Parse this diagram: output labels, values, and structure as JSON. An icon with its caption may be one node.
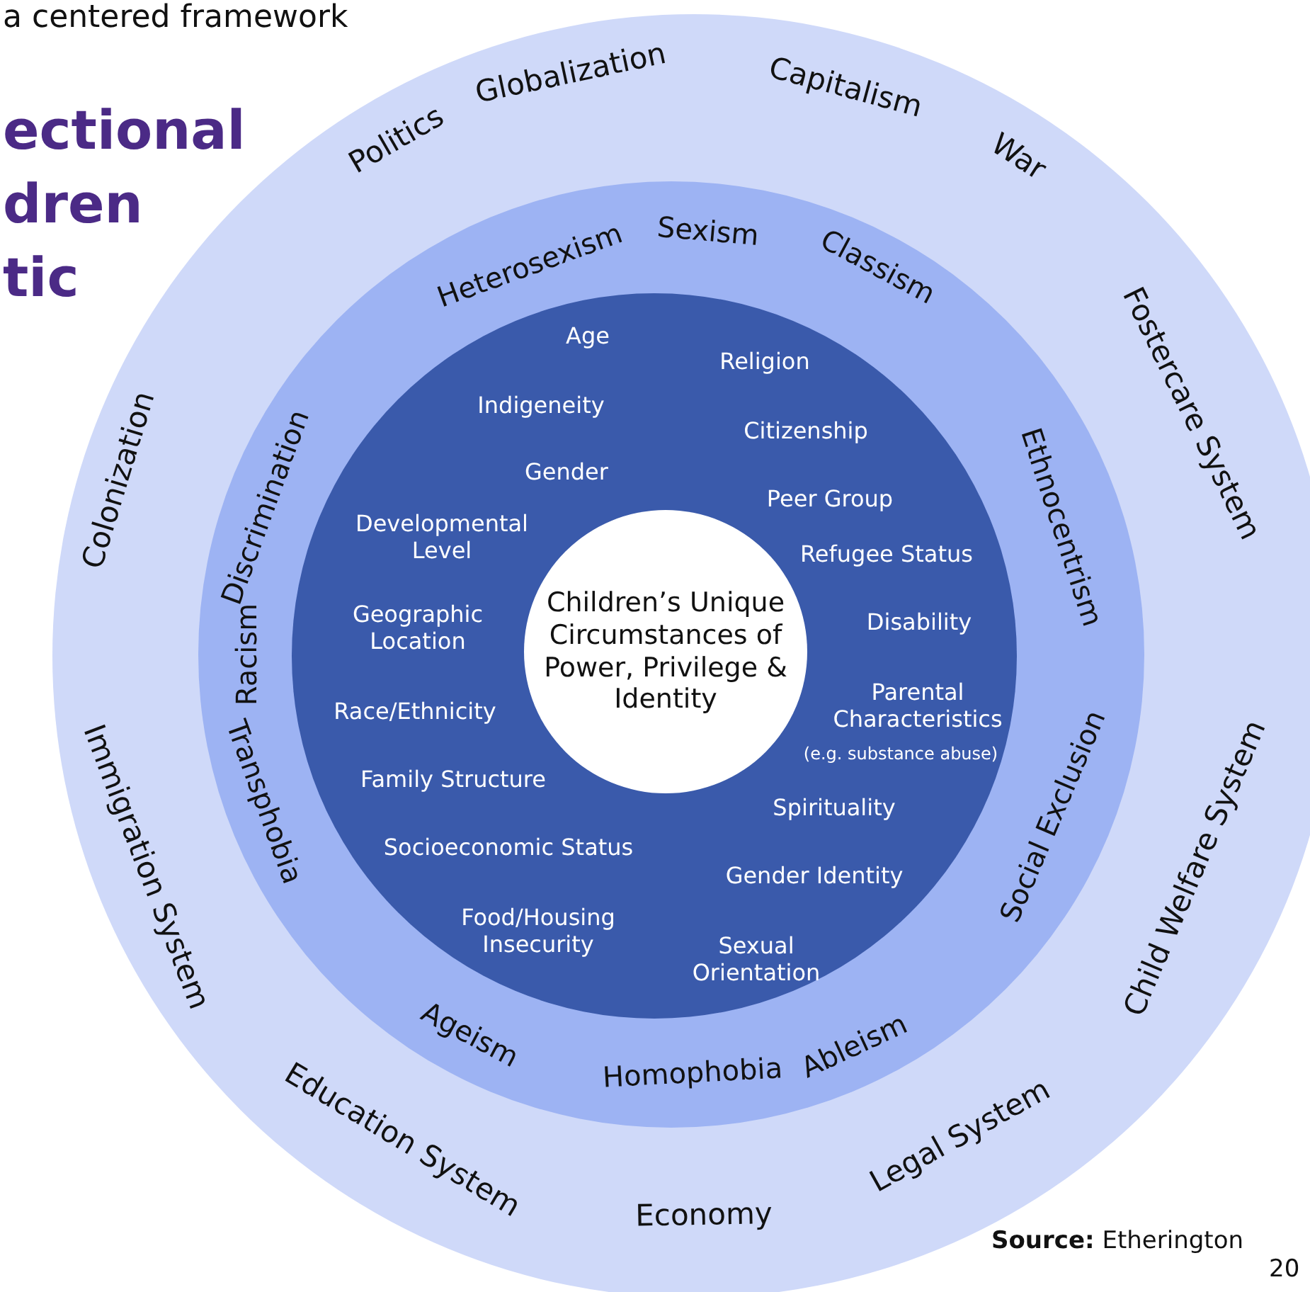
{
  "diagram": {
    "nodes": [
      {
        "text": [
          "Globalization",
          "Capitalism",
          "War",
          "Fostercare System",
          "Child Welfare System",
          "Legal System",
          "Economy",
          "Education System",
          "Immigration System",
          "Colonization",
          "Politics"
        ]
      },
      {
        "text": [
          "Heterosexism",
          "Sexism",
          "Classism",
          "Ethnocentrism",
          "Social Exclusion",
          "Ableism",
          "Homophobia",
          "Ageism",
          "Transphobia",
          "Racism",
          "Discrimination"
        ],
        "in": 0
      },
      {
        "text": [
          "Age",
          "Indigeneity",
          "Gender",
          "Developmental Level",
          "Geographic Location",
          "Race/Ethnicity",
          "Family Structure",
          "Socioeconomic Status",
          "Food/Housing Insecurity",
          "Religion",
          "Citizenship",
          "Peer Group",
          "Refugee Status",
          "Disability",
          "Parental Characteristics",
          "(e.g. substance abuse)",
          "Spirituality",
          "Gender Identity",
          "Sexual Orientation"
        ],
        "in": 1
      },
      {
        "text": [
          "Children’s Unique Circumstances of Power, Privilege & Identity"
        ],
        "in": 2
      }
    ],
    "edges": [],
    "labels": [
      "a centered framework",
      "ectional",
      "dren",
      "tic",
      "**Source:** Etherington",
      "20"
    ]
  }
}
